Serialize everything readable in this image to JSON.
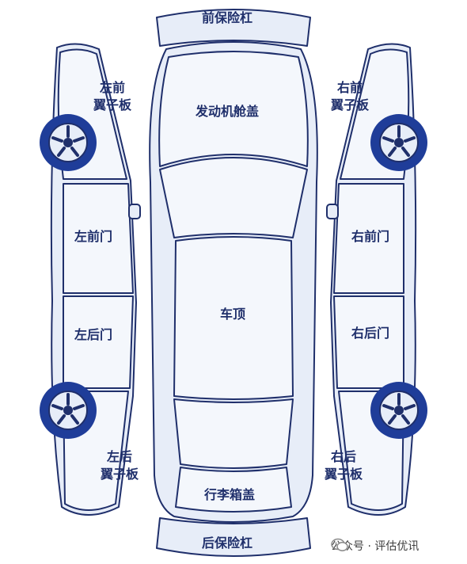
{
  "labels": {
    "front_bumper": "前保险杠",
    "hood": "发动机舱盖",
    "left_front_fender": [
      "左前",
      "翼子板"
    ],
    "right_front_fender": [
      "右前",
      "翼子板"
    ],
    "left_front_door": "左前门",
    "right_front_door": "右前门",
    "roof": "车顶",
    "left_rear_door": "左后门",
    "right_rear_door": "右后门",
    "left_rear_fender": [
      "左后",
      "翼子板"
    ],
    "right_rear_fender": [
      "右后",
      "翼子板"
    ],
    "trunk_lid": "行李箱盖",
    "rear_bumper": "后保险杠"
  },
  "watermark": "公众号 · 评估优讯",
  "colors": {
    "outline": "#1f2f6b",
    "panel_fill": "#e7edf8",
    "panel_fill_light": "#f4f7fc",
    "tire": "#1f3d99",
    "label": "#1f2f6b"
  }
}
